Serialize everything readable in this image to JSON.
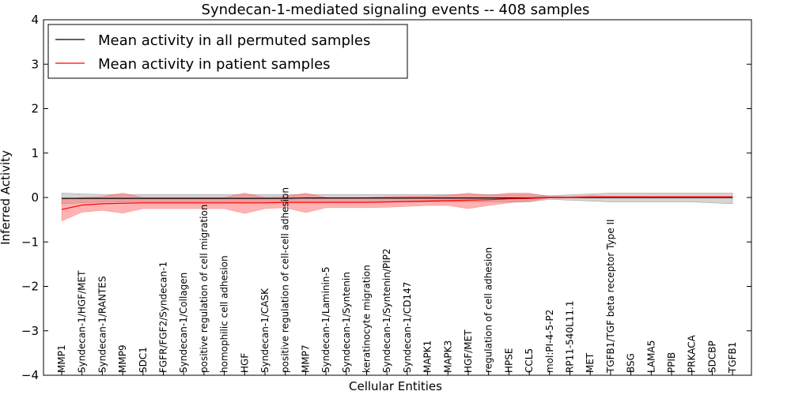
{
  "chart_data": {
    "type": "line",
    "title": "Syndecan-1-mediated signaling events -- 408 samples",
    "xlabel": "Cellular Entities",
    "ylabel": "Inferred Activity",
    "ylim": [
      -4,
      4
    ],
    "yticks": [
      -4,
      -3,
      -2,
      -1,
      0,
      1,
      2,
      3,
      4
    ],
    "ytick_labels": [
      "−4",
      "−3",
      "−2",
      "−1",
      "0",
      "1",
      "2",
      "3",
      "4"
    ],
    "grid": false,
    "legend_position": "top-left",
    "categories": [
      "MMP1",
      "Syndecan-1/HGF/MET",
      "Syndecan-1/RANTES",
      "MMP9",
      "SDC1",
      "FGFR/FGF2/Syndecan-1",
      "Syndecan-1/Collagen",
      "positive regulation of cell migration",
      "homophilic cell adhesion",
      "HGF",
      "Syndecan-1/CASK",
      "positive regulation of cell-cell adhesion",
      "MMP7",
      "Syndecan-1/Laminin-5",
      "Syndecan-1/Syntenin",
      "keratinocyte migration",
      "Syndecan-1/Syntenin/PIP2",
      "Syndecan-1/CD147",
      "MAPK1",
      "MAPK3",
      "HGF/MET",
      "regulation of cell adhesion",
      "HPSE",
      "CCL5",
      "mol:PI-4-5-P2",
      "RP11-540L11.1",
      "MET",
      "TGFB1/TGF beta receptor Type II",
      "BSG",
      "LAMA5",
      "PPIB",
      "PRKACA",
      "SDCBP",
      "TGFB1"
    ],
    "series": [
      {
        "name": "Mean activity in all permuted samples",
        "color": "#000000",
        "band_color": "#b3b3b3",
        "values": [
          -0.02,
          -0.02,
          -0.02,
          -0.02,
          -0.02,
          -0.02,
          -0.02,
          -0.02,
          -0.02,
          -0.02,
          -0.02,
          -0.02,
          -0.01,
          -0.01,
          -0.01,
          -0.01,
          -0.01,
          -0.01,
          -0.01,
          -0.01,
          -0.01,
          -0.01,
          -0.01,
          -0.01,
          0.0,
          0.0,
          0.0,
          0.0,
          0.0,
          0.0,
          0.0,
          0.0,
          0.0,
          0.0
        ],
        "lower": [
          -0.14,
          -0.12,
          -0.1,
          -0.1,
          -0.1,
          -0.1,
          -0.1,
          -0.1,
          -0.1,
          -0.1,
          -0.1,
          -0.1,
          -0.1,
          -0.1,
          -0.1,
          -0.1,
          -0.1,
          -0.1,
          -0.1,
          -0.1,
          -0.1,
          -0.1,
          -0.1,
          -0.1,
          -0.04,
          -0.06,
          -0.08,
          -0.1,
          -0.1,
          -0.1,
          -0.1,
          -0.1,
          -0.12,
          -0.14
        ],
        "upper": [
          0.1,
          0.08,
          0.07,
          0.07,
          0.07,
          0.07,
          0.07,
          0.07,
          0.07,
          0.07,
          0.07,
          0.07,
          0.07,
          0.07,
          0.07,
          0.07,
          0.07,
          0.07,
          0.07,
          0.07,
          0.07,
          0.07,
          0.07,
          0.07,
          0.04,
          0.06,
          0.08,
          0.1,
          0.1,
          0.1,
          0.1,
          0.1,
          0.1,
          0.1
        ]
      },
      {
        "name": "Mean activity in patient samples",
        "color": "#ff0000",
        "band_color": "#ff7373",
        "values": [
          -0.27,
          -0.17,
          -0.14,
          -0.13,
          -0.12,
          -0.12,
          -0.12,
          -0.12,
          -0.12,
          -0.12,
          -0.12,
          -0.11,
          -0.11,
          -0.11,
          -0.11,
          -0.11,
          -0.1,
          -0.09,
          -0.08,
          -0.07,
          -0.06,
          -0.05,
          -0.03,
          -0.02,
          0.0,
          0.0,
          0.01,
          0.01,
          0.01,
          0.01,
          0.01,
          0.01,
          0.01,
          0.01
        ],
        "lower": [
          -0.53,
          -0.33,
          -0.29,
          -0.35,
          -0.25,
          -0.25,
          -0.25,
          -0.25,
          -0.25,
          -0.36,
          -0.25,
          -0.23,
          -0.34,
          -0.23,
          -0.23,
          -0.23,
          -0.22,
          -0.2,
          -0.18,
          -0.18,
          -0.25,
          -0.18,
          -0.12,
          -0.08,
          -0.01,
          -0.01,
          -0.01,
          -0.01,
          -0.01,
          -0.01,
          -0.01,
          -0.01,
          -0.01,
          -0.01
        ],
        "upper": [
          -0.04,
          0.0,
          0.02,
          0.1,
          0.0,
          0.0,
          0.0,
          0.0,
          0.0,
          0.1,
          0.0,
          0.02,
          0.1,
          0.0,
          0.0,
          0.0,
          0.02,
          0.03,
          0.03,
          0.05,
          0.1,
          0.05,
          0.1,
          0.1,
          0.02,
          0.02,
          0.04,
          0.03,
          0.03,
          0.03,
          0.03,
          0.03,
          0.03,
          0.03
        ]
      }
    ]
  }
}
